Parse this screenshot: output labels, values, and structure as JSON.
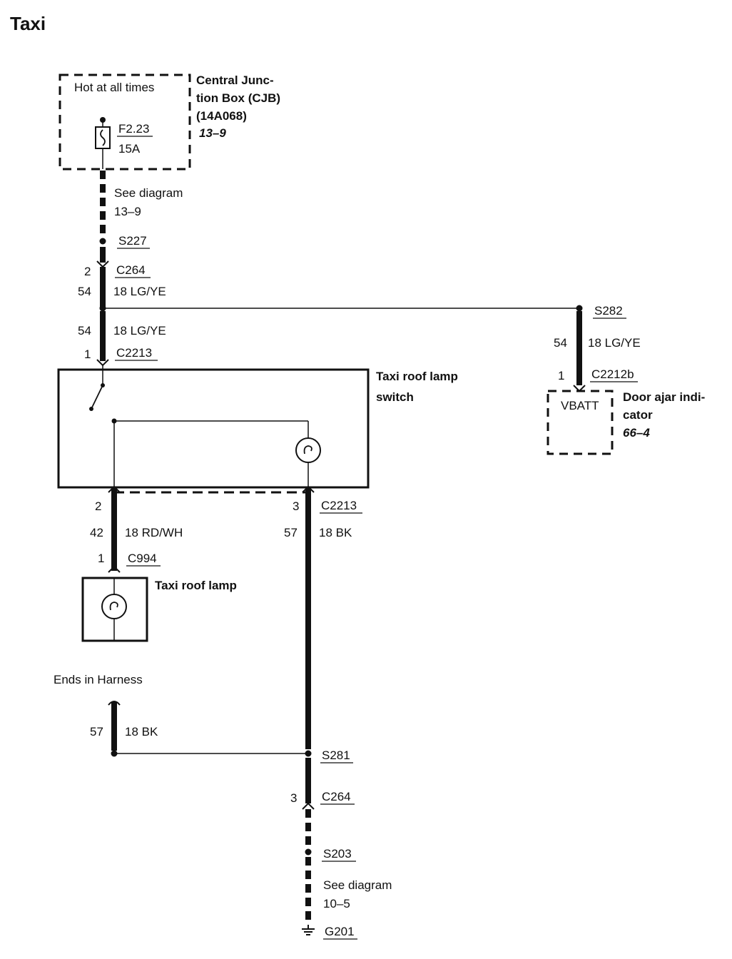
{
  "title": "Taxi",
  "cjb": {
    "hot_label": "Hot at all times",
    "name_line1": "Central Junc-",
    "name_line2": "tion Box (CJB)",
    "part_no": "(14A068)",
    "ref": "13–9",
    "fuse_id": "F2.23",
    "fuse_rating": "15A"
  },
  "top_wire": {
    "see_diagram": "See diagram",
    "see_ref": "13–9",
    "splice": "S227",
    "pin": "2",
    "connector": "C264",
    "circuit": "54",
    "gauge_color": "18 LG/YE"
  },
  "switch_feed": {
    "circuit": "54",
    "gauge_color": "18 LG/YE",
    "pin": "1",
    "connector": "C2213"
  },
  "branch": {
    "splice": "S282",
    "circuit": "54",
    "gauge_color": "18 LG/YE",
    "pin": "1",
    "connector": "C2212b",
    "vbatt": "VBATT",
    "name_line1": "Door ajar indi-",
    "name_line2": "cator",
    "ref": "66–4"
  },
  "switch": {
    "name_line1": "Taxi roof lamp",
    "name_line2": "switch"
  },
  "left_out": {
    "pin": "2",
    "circuit": "42",
    "gauge_color": "18 RD/WH",
    "lamp_pin": "1",
    "lamp_connector": "C994",
    "lamp_name": "Taxi roof lamp"
  },
  "right_out": {
    "pin": "3",
    "connector": "C2213",
    "circuit": "57",
    "gauge_color": "18 BK"
  },
  "harness": {
    "label": "Ends in Harness",
    "circuit": "57",
    "gauge_color": "18 BK"
  },
  "ground_run": {
    "splice1": "S281",
    "pin": "3",
    "connector": "C264",
    "splice2": "S203",
    "see_diagram": "See diagram",
    "see_ref": "10–5",
    "ground": "G201"
  }
}
